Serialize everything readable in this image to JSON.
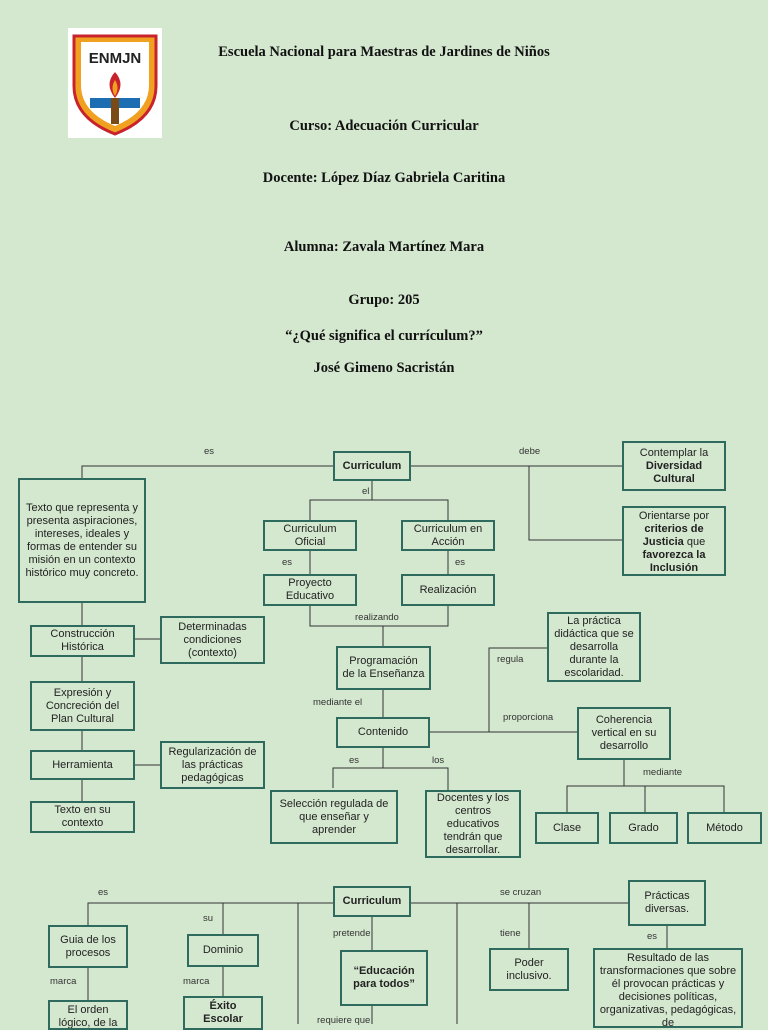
{
  "header": {
    "school": "Escuela Nacional para Maestras de Jardines de Niños",
    "course": "Curso: Adecuación Curricular",
    "teacher": "Docente: López Díaz Gabriela Caritina",
    "student": "Alumna: Zavala Martínez Mara",
    "group": "Grupo: 205",
    "question": "“¿Qué significa el currículum?”",
    "author": "José Gimeno Sacristán",
    "logo_text": "ENMJN"
  },
  "colors": {
    "background": "#d4e7cf",
    "border": "#2f6a5f",
    "logo_orange": "#f0a11f",
    "logo_red": "#c8232c",
    "logo_blue": "#1c6db1"
  },
  "map1": {
    "curriculum": "Curriculum",
    "lbl_es": "es",
    "lbl_debe": "debe",
    "lbl_el": "el",
    "texto": "Texto que representa y presenta aspiraciones, intereses, ideales y formas de entender su misión en un contexto histórico muy concreto.",
    "contemplar_pre": "Contemplar la",
    "contemplar_b": "Diversidad Cultural",
    "orientarse_pre": "Orientarse por",
    "orientarse_b1": "criterios de Justicia",
    "orientarse_mid": "que",
    "orientarse_b2": "favorezca la Inclusión",
    "oficial": "Curriculum Oficial",
    "accion": "Curriculum en Acción",
    "lbl_es2": "es",
    "lbl_es3": "es",
    "proyecto": "Proyecto Educativo",
    "realizacion": "Realización",
    "lbl_realizando": "realizando",
    "construccion": "Construcción Histórica",
    "condiciones": "Determinadas condiciones (contexto)",
    "programacion": "Programación de la Enseñanza",
    "practica": "La práctica didáctica que se desarrolla durante la escolaridad.",
    "lbl_regula": "regula",
    "expresion": "Expresión y Concreción del Plan Cultural",
    "lbl_mediante_el": "mediante el",
    "contenido": "Contenido",
    "lbl_proporciona": "proporciona",
    "coherencia": "Coherencia vertical en su desarrollo",
    "herramienta": "Herramienta",
    "regularizacion": "Regularización de las prácticas pedagógicas",
    "lbl_es4": "es",
    "lbl_los": "los",
    "lbl_mediante": "mediante",
    "texto_contexto": "Texto en su contexto",
    "seleccion": "Selección regulada de que enseñar y aprender",
    "docentes": "Docentes y los centros educativos tendrán que desarrollar.",
    "clase": "Clase",
    "grado": "Grado",
    "metodo": "Método"
  },
  "map2": {
    "curriculum": "Curriculum",
    "lbl_es": "es",
    "lbl_su": "su",
    "lbl_pretende": "pretende",
    "lbl_se_cruzan": "se cruzan",
    "practicas": "Prácticas diversas.",
    "guia": "Guia de los procesos",
    "dominio": "Dominio",
    "educacion": "“Educación para todos”",
    "lbl_tiene": "tiene",
    "poder": "Poder inclusivo.",
    "lbl_es2": "es",
    "resultado": "Resultado de las transformaciones que sobre él provocan prácticas y decisiones políticas, organizativas, pedagógicas, de",
    "lbl_marca": "marca",
    "lbl_marca2": "marca",
    "orden": "El orden lógico, de la",
    "exito": "Éxito Escolar",
    "lbl_requiere": "requiere que"
  }
}
